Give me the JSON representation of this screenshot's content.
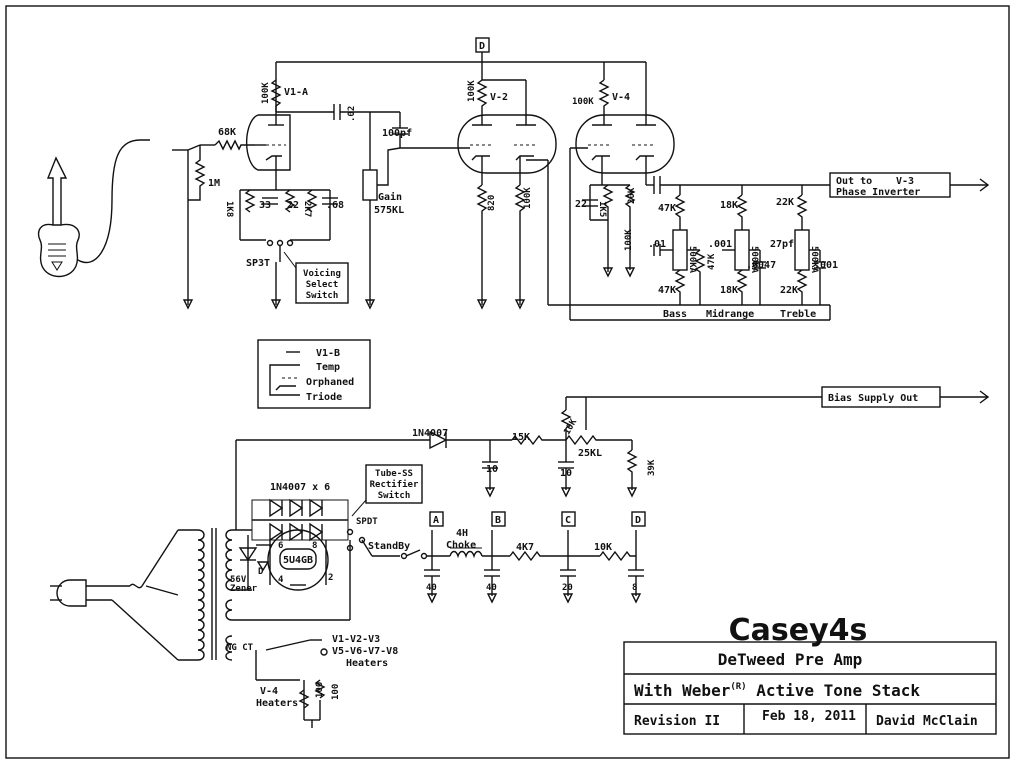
{
  "title_block": {
    "title": "Casey4s",
    "subtitle": "DeTweed Pre Amp",
    "line2_a": "With Weber",
    "line2_sup": "(R)",
    "line2_b": " Active Tone Stack",
    "revision": "Revision II",
    "date": "Feb 18, 2011",
    "author": "David McClain"
  },
  "tubes": {
    "v1a": "V1-A",
    "v2": "V-2",
    "v4": "V-4",
    "v1b_lines": [
      "V1-B",
      "Temp",
      "Orphaned",
      "Triode"
    ],
    "v3": "V-3"
  },
  "outputs": {
    "phase_line1": "Out to",
    "phase_line2": "Phase Inverter",
    "bias": "Bias Supply Out"
  },
  "switches": {
    "sp3t": "SP3T",
    "voicing": [
      "Voicing",
      "Select",
      "Switch"
    ],
    "tube_ss": [
      "Tube-SS",
      "Rectifier",
      "Switch"
    ],
    "spdt": "SPDT",
    "standby": "StandBy"
  },
  "components": {
    "r68k": "68K",
    "r1m": "1M",
    "c02": ".02",
    "r100k_v1": "100K",
    "c100pf": "100pf",
    "gain": "Gain",
    "gain_pot": "575KL",
    "r1k8": "1K8",
    "c33": "33",
    "c22_v1": "22",
    "r2k7": "2K7",
    "c68": ".68",
    "r100k_v2": "100K",
    "r820": "820",
    "r100k_v2b": "100K",
    "r100k_v4": "100K",
    "c22_v4": "22",
    "r1k5": "1K5",
    "r20k": "20K",
    "r100k_v4b": "100K",
    "r47k_top": "47K",
    "r18k_top": "18K",
    "r22k_top": "22K",
    "c01": ".01",
    "c001_mid": ".001",
    "c27pf": "27pf",
    "pot500k_a": "500KA",
    "pot500k_b": "500KA",
    "pot500k_c": "500KA",
    "r47k_mid": "47K",
    "c0047": ".0047",
    "c001_tre": ".001",
    "r47k_bot": "47K",
    "r18k_bot": "18K",
    "r22k_bot": "22K",
    "bass": "Bass",
    "midrange": "Midrange",
    "treble": "Treble",
    "d1n4007": "1N4007",
    "d1n4007x6": "1N4007 x 6",
    "r15k": "15K",
    "r10k_bias": "10K",
    "pot25kl": "25KL",
    "r39k": "39K",
    "c10a": "10",
    "c10b": "10",
    "rect": "5U4GB",
    "pin6": "6",
    "pin8": "8",
    "pin4": "4",
    "pin2": "2",
    "zener": "56V",
    "zener2": "Zener",
    "zd": "D",
    "choke1": "4H",
    "choke2": "Choke",
    "r4k7": "4K7",
    "r10k_sup": "10K",
    "c40a": "40",
    "c40b": "40",
    "c20": "20",
    "c8": "8",
    "node_a": "A",
    "node_b": "B",
    "node_c": "C",
    "node_d_top": "D",
    "node_d": "D",
    "ct": "NG CT",
    "heaters1": "V1-V2-V3",
    "heaters2": "V5-V6-V7-V8",
    "heaters3": "Heaters",
    "v4h1": "V-4",
    "v4h2": "Heaters",
    "r100a": "100",
    "r100b": "100"
  }
}
